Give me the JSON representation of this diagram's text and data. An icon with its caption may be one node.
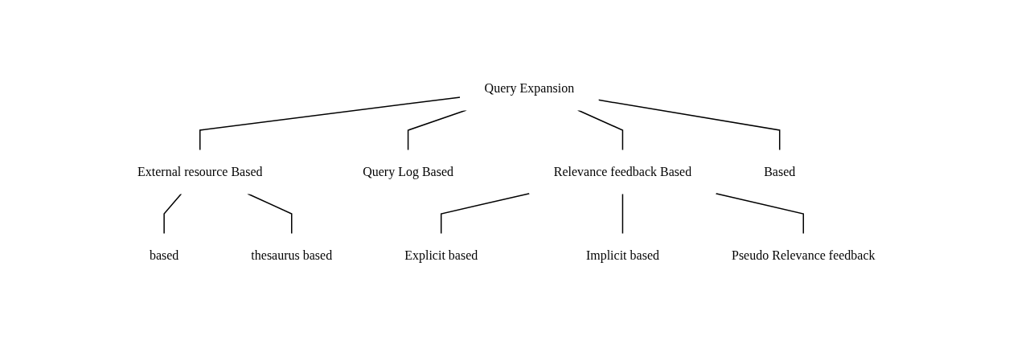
{
  "diagram": {
    "nodes": [
      {
        "text": [
          "Query Expansion"
        ]
      },
      {
        "text": [
          "External resource Based"
        ]
      },
      {
        "text": [
          "Query Log Based"
        ]
      },
      {
        "text": [
          "Relevance feedback Based"
        ]
      },
      {
        "text": [
          "Based"
        ]
      },
      {
        "text": [
          "based"
        ]
      },
      {
        "text": [
          "thesaurus based"
        ]
      },
      {
        "text": [
          "Explicit based"
        ]
      },
      {
        "text": [
          "Implicit based"
        ]
      },
      {
        "text": [
          "Pseudo Relevance feedback"
        ]
      }
    ],
    "edges": [
      {
        "from": 0,
        "to": 1,
        "arrow": "none"
      },
      {
        "from": 0,
        "to": 2,
        "arrow": "none"
      },
      {
        "from": 0,
        "to": 3,
        "arrow": "none"
      },
      {
        "from": 0,
        "to": 4,
        "arrow": "none"
      },
      {
        "from": 1,
        "to": 5,
        "arrow": "none"
      },
      {
        "from": 1,
        "to": 6,
        "arrow": "none"
      },
      {
        "from": 3,
        "to": 7,
        "arrow": "none"
      },
      {
        "from": 3,
        "to": 8,
        "arrow": "none"
      },
      {
        "from": 3,
        "to": 9,
        "arrow": "none"
      }
    ]
  }
}
